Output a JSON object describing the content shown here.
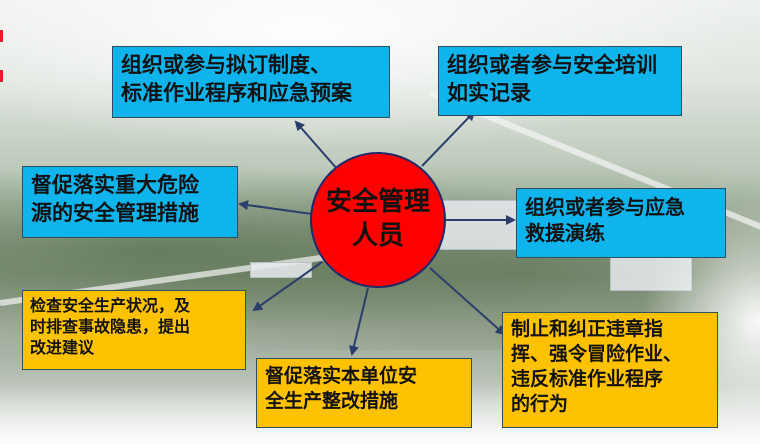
{
  "center": {
    "lines": [
      "安全管理",
      "人员"
    ],
    "color": "#ff0000"
  },
  "colors": {
    "blue_box": "#0fb4ec",
    "yellow_box": "#ffc200",
    "arrow": "#2c3e6b"
  },
  "boxes": [
    {
      "id": "draft-regulations",
      "color": "blue",
      "lines": [
        "组织或参与拟订制度、",
        "标准作业程序和应急预案"
      ]
    },
    {
      "id": "safety-training",
      "color": "blue",
      "lines": [
        "组织或者参与安全培训",
        "如实记录"
      ]
    },
    {
      "id": "hazard-measures",
      "color": "blue",
      "lines": [
        "督促落实重大危险",
        "源的安全管理措施"
      ]
    },
    {
      "id": "emergency-drills",
      "color": "blue",
      "lines": [
        "组织或者参与应急",
        "救援演练"
      ]
    },
    {
      "id": "inspect-safety",
      "color": "yellow",
      "lines": [
        "检查安全生产状况，及",
        "时排查事故隐患，提出",
        "改进建议"
      ]
    },
    {
      "id": "rectification",
      "color": "yellow",
      "lines": [
        "督促落实本单位安",
        "全生产整改措施"
      ]
    },
    {
      "id": "stop-violations",
      "color": "yellow",
      "lines": [
        "制止和纠正违章指",
        "挥、强令冒险作业、",
        "违反标准作业程序",
        "的行为"
      ]
    }
  ]
}
